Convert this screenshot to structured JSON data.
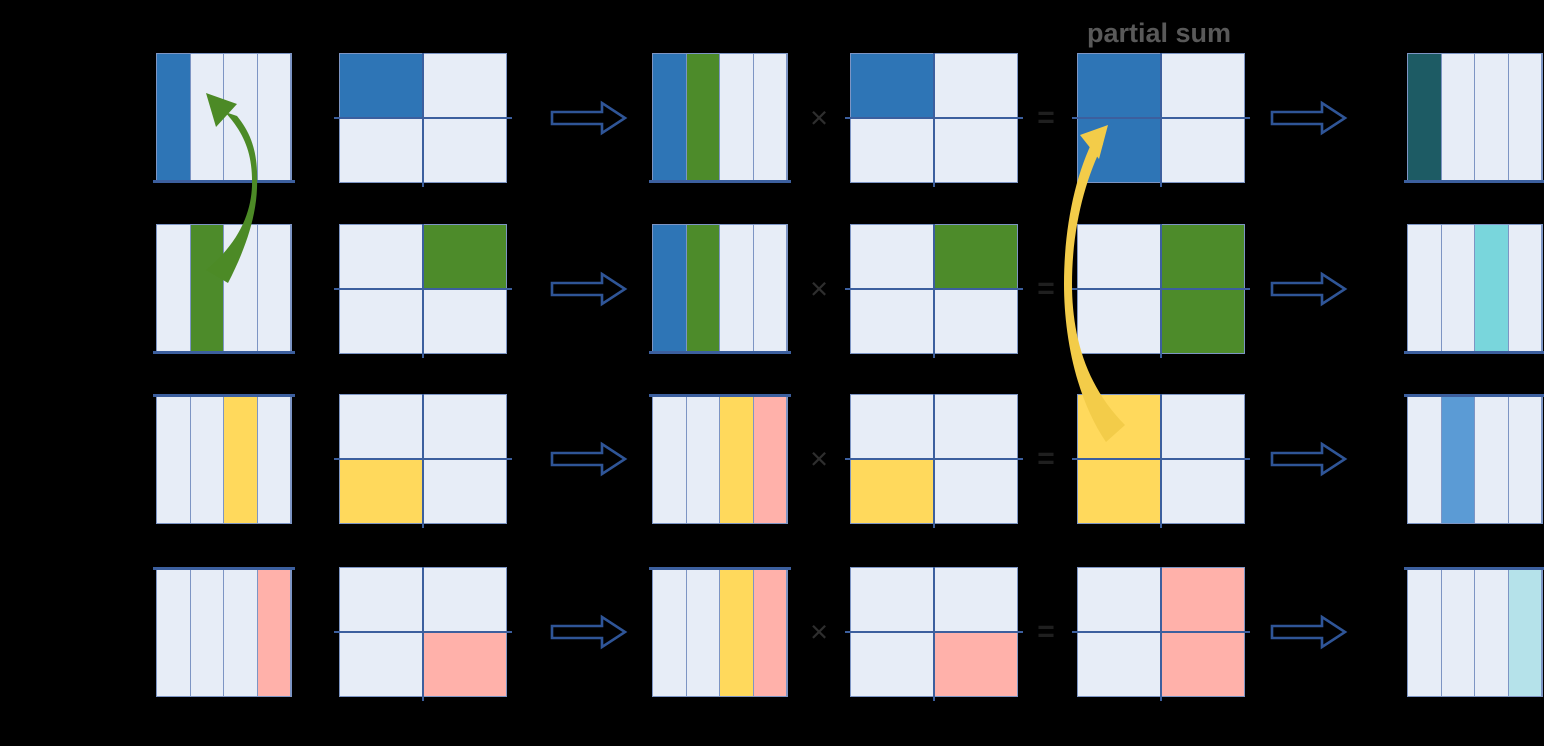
{
  "annotations": {
    "partial_sum_label": "partial sum"
  },
  "operators": {
    "multiply": "×",
    "equals": "="
  },
  "palette": {
    "background": "#000000",
    "cell_light": "#e7edf7",
    "cell_border": "#7d95c4",
    "grid_dark_line": "#3c5f9e",
    "blue": "#2e75b6",
    "green": "#4d8b2a",
    "yellow": "#ffd95c",
    "pink": "#ffb1aa",
    "teal": "#1d5b64",
    "cyan": "#79d6dc",
    "mid_blue": "#5b9bd5",
    "light_cyan": "#b5e2ea",
    "label_gray": "#595959",
    "multiply_color": "#2e2e2e",
    "equals_color": "#1f1f1f",
    "block_arrow_color": "#2f5597",
    "green_arrow_color": "#4c8a26",
    "yellow_arrow_color": "#f3cc49"
  },
  "rows": [
    {
      "activation_columns": [
        "blue",
        "cell_light",
        "cell_light",
        "cell_light"
      ],
      "weight_cells": [
        [
          "blue",
          "cell_light"
        ],
        [
          "cell_light",
          "cell_light"
        ]
      ],
      "grouped_columns": [
        "blue",
        "green",
        "cell_light",
        "cell_light"
      ],
      "multiplier_cells": [
        [
          "blue",
          "cell_light"
        ],
        [
          "cell_light",
          "cell_light"
        ]
      ],
      "partial_sum_cells": [
        [
          "blue",
          "cell_light"
        ],
        [
          "blue",
          "cell_light"
        ]
      ],
      "result_columns": [
        "teal",
        "cell_light",
        "cell_light",
        "cell_light"
      ]
    },
    {
      "activation_columns": [
        "cell_light",
        "green",
        "cell_light",
        "cell_light"
      ],
      "weight_cells": [
        [
          "cell_light",
          "green"
        ],
        [
          "cell_light",
          "cell_light"
        ]
      ],
      "grouped_columns": [
        "blue",
        "green",
        "cell_light",
        "cell_light"
      ],
      "multiplier_cells": [
        [
          "cell_light",
          "green"
        ],
        [
          "cell_light",
          "cell_light"
        ]
      ],
      "partial_sum_cells": [
        [
          "cell_light",
          "green"
        ],
        [
          "cell_light",
          "green"
        ]
      ],
      "result_columns": [
        "cell_light",
        "cell_light",
        "cyan",
        "cell_light"
      ]
    },
    {
      "activation_columns": [
        "cell_light",
        "cell_light",
        "yellow",
        "cell_light"
      ],
      "weight_cells": [
        [
          "cell_light",
          "cell_light"
        ],
        [
          "yellow",
          "cell_light"
        ]
      ],
      "grouped_columns": [
        "cell_light",
        "cell_light",
        "yellow",
        "pink"
      ],
      "multiplier_cells": [
        [
          "cell_light",
          "cell_light"
        ],
        [
          "yellow",
          "cell_light"
        ]
      ],
      "partial_sum_cells": [
        [
          "yellow",
          "cell_light"
        ],
        [
          "yellow",
          "cell_light"
        ]
      ],
      "result_columns": [
        "cell_light",
        "mid_blue",
        "cell_light",
        "cell_light"
      ]
    },
    {
      "activation_columns": [
        "cell_light",
        "cell_light",
        "cell_light",
        "pink"
      ],
      "weight_cells": [
        [
          "cell_light",
          "cell_light"
        ],
        [
          "cell_light",
          "pink"
        ]
      ],
      "grouped_columns": [
        "cell_light",
        "cell_light",
        "yellow",
        "pink"
      ],
      "multiplier_cells": [
        [
          "cell_light",
          "cell_light"
        ],
        [
          "cell_light",
          "pink"
        ]
      ],
      "partial_sum_cells": [
        [
          "cell_light",
          "pink"
        ],
        [
          "cell_light",
          "pink"
        ]
      ],
      "result_columns": [
        "cell_light",
        "cell_light",
        "cell_light",
        "light_cyan"
      ]
    }
  ]
}
